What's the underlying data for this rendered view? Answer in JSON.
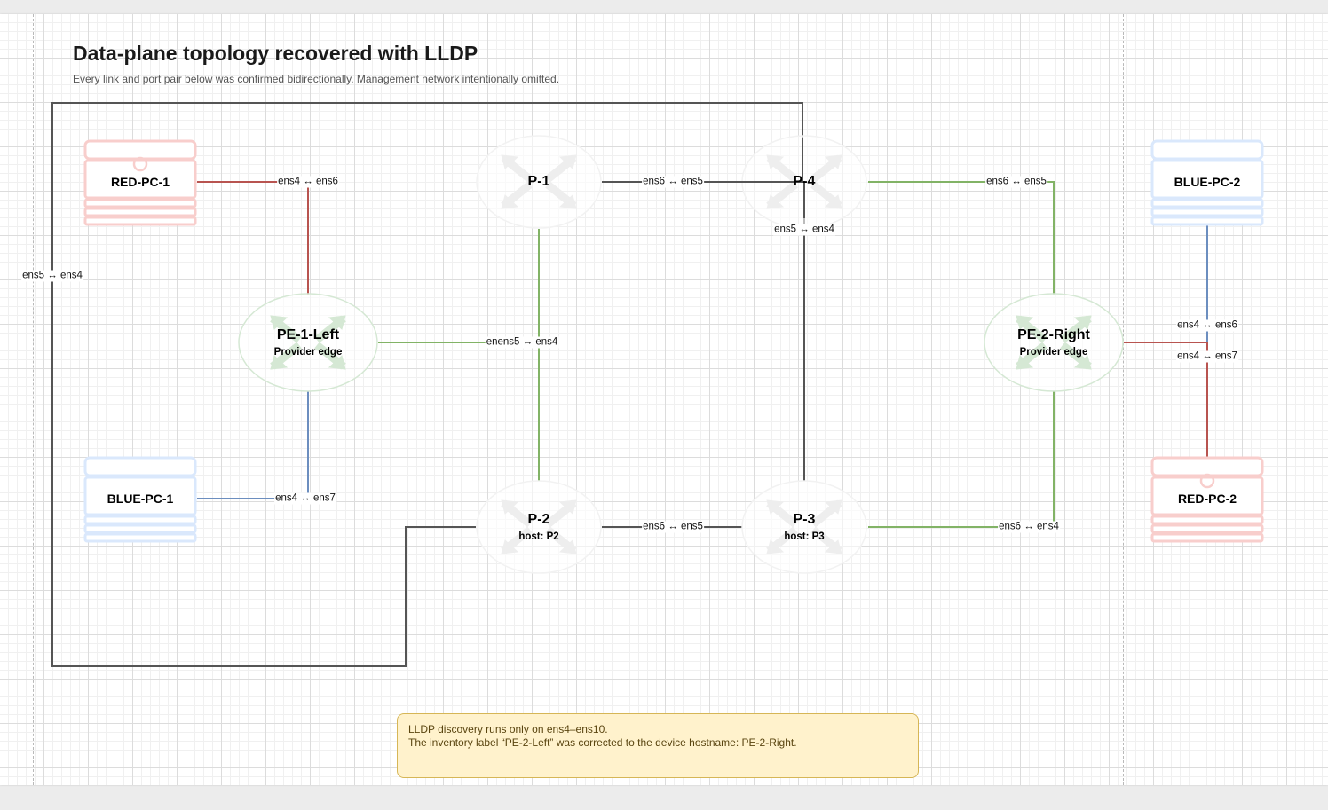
{
  "title": "Data-plane topology recovered with LLDP",
  "subtitle": "Every link and port pair below was confirmed bidirectionally. Management network intentionally omitted.",
  "colors": {
    "red": "#b85450",
    "blue": "#6c8ebf",
    "green": "#82b366",
    "core": "#555555",
    "red_fill": "#f8cecc",
    "blue_fill": "#dae8fc",
    "green_fill": "#d5e8d4",
    "note_fill": "#fff2cc",
    "note_border": "#d6b656"
  },
  "nodes": {
    "red_pc_1": {
      "name": "RED-PC-1",
      "icon": "server-icon"
    },
    "blue_pc_1": {
      "name": "BLUE-PC-1",
      "icon": "server-icon"
    },
    "pe_1_left": {
      "name": "PE-1-Left",
      "sub": "Provider edge",
      "icon": "router-icon"
    },
    "p_1": {
      "name": "P-1",
      "icon": "router-icon"
    },
    "p_2": {
      "name": "P-2",
      "sub": "host: P2",
      "icon": "router-icon"
    },
    "p_3": {
      "name": "P-3",
      "sub": "host: P3",
      "icon": "router-icon"
    },
    "p_4": {
      "name": "P-4",
      "icon": "router-icon"
    },
    "pe_2_right": {
      "name": "PE-2-Right",
      "sub": "Provider edge",
      "icon": "router-icon"
    },
    "blue_pc_2": {
      "name": "BLUE-PC-2",
      "icon": "server-icon"
    },
    "red_pc_2": {
      "name": "RED-PC-2",
      "icon": "server-icon"
    }
  },
  "links": {
    "red1_pe1": "ens4 ↔ ens6",
    "blue1_pe1": "ens4 ↔ ens7",
    "pe1_p1": "ens5 ↔ ens4",
    "pe1_p1_prefix": "en",
    "p1_p4": "ens6 ↔ ens5",
    "p4_pe2": "ens6 ↔ ens5",
    "p4_p3": "ens5 ↔ ens4",
    "p2_p3": "ens6 ↔ ens5",
    "p3_pe2": "ens6 ↔ ens4",
    "pe2_blue2": "ens4 ↔ ens6",
    "pe2_red2": "ens4 ↔ ens7",
    "p4_p2_loop": "ens5 ↔ ens4"
  },
  "note": {
    "line1": "LLDP discovery runs only on ens4–ens10.",
    "line2": "The inventory label “PE-2-Left” was corrected to the device hostname: PE-2-Right."
  }
}
